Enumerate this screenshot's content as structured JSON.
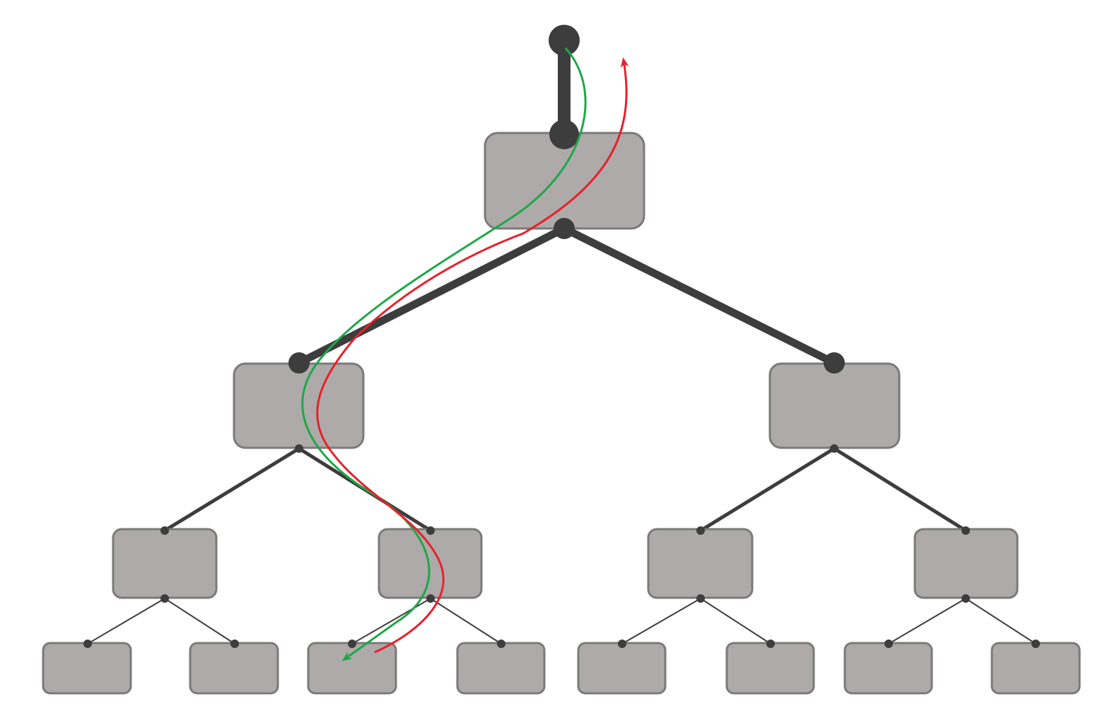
{
  "colors": {
    "background": "#ffffff",
    "node_fill": "#aeaaa9",
    "node_stroke": "#7a7a7a",
    "edge": "#3d3d3d",
    "path_down": "#1fa64a",
    "path_up": "#e8202a"
  },
  "tree": {
    "root_label": "",
    "levels": 4,
    "branching": 2,
    "node_count": 15,
    "nodes": [
      {
        "id": "n1",
        "level": 1,
        "parent": "root"
      },
      {
        "id": "n2",
        "level": 2,
        "parent": "n1"
      },
      {
        "id": "n3",
        "level": 2,
        "parent": "n1"
      },
      {
        "id": "n4",
        "level": 3,
        "parent": "n2"
      },
      {
        "id": "n5",
        "level": 3,
        "parent": "n2"
      },
      {
        "id": "n6",
        "level": 3,
        "parent": "n3"
      },
      {
        "id": "n7",
        "level": 3,
        "parent": "n3"
      },
      {
        "id": "n8",
        "level": 4,
        "parent": "n4"
      },
      {
        "id": "n9",
        "level": 4,
        "parent": "n4"
      },
      {
        "id": "n10",
        "level": 4,
        "parent": "n5"
      },
      {
        "id": "n11",
        "level": 4,
        "parent": "n5"
      },
      {
        "id": "n12",
        "level": 4,
        "parent": "n6"
      },
      {
        "id": "n13",
        "level": 4,
        "parent": "n6"
      },
      {
        "id": "n14",
        "level": 4,
        "parent": "n7"
      },
      {
        "id": "n15",
        "level": 4,
        "parent": "n7"
      }
    ]
  },
  "paths": [
    {
      "name": "",
      "direction": "down",
      "from": "root",
      "to": "n10",
      "color_key": "path_down"
    },
    {
      "name": "",
      "direction": "up",
      "from": "n10",
      "to": "root",
      "color_key": "path_up"
    }
  ]
}
